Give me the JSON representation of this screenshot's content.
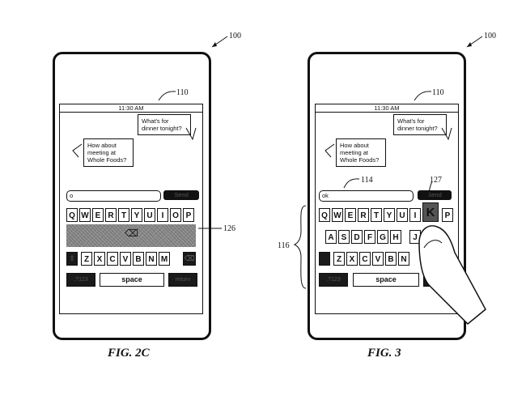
{
  "fig2c": {
    "ref_device": "100",
    "ref_screen": "110",
    "ref_band": "126",
    "status_time": "11:30 AM",
    "bubble_right": [
      "What's for",
      "dinner tonight?"
    ],
    "bubble_left": [
      "How about",
      "meeting at",
      "Whole Foods?"
    ],
    "input_value": "o",
    "send_label": "Send",
    "row1": [
      "Q",
      "W",
      "E",
      "R",
      "T",
      "Y",
      "U",
      "I",
      "O",
      "P"
    ],
    "row3": [
      "Z",
      "X",
      "C",
      "V",
      "B",
      "N",
      "M"
    ],
    "shift_label": "⇧",
    "backspace_label": "⌫",
    "mode_label": ".?123",
    "space_label": "space",
    "return_label": "return",
    "caption": "FIG. 2C"
  },
  "fig3": {
    "ref_device": "100",
    "ref_screen": "110",
    "ref_input": "114",
    "ref_key": "127",
    "ref_keyboard": "116",
    "status_time": "11:30 AM",
    "bubble_right": [
      "What's for",
      "dinner tonight?"
    ],
    "bubble_left": [
      "How about",
      "meeting at",
      "Whole Foods?"
    ],
    "input_value": "ok",
    "send_label": "Send",
    "row1": [
      "Q",
      "W",
      "E",
      "R",
      "T",
      "Y",
      "U",
      "I",
      "K",
      "P"
    ],
    "row2": [
      "A",
      "S",
      "D",
      "F",
      "G",
      "H",
      "J"
    ],
    "row3": [
      "Z",
      "X",
      "C",
      "V",
      "B",
      "N"
    ],
    "mode_label": ".?123",
    "space_label": "space",
    "caption": "FIG. 3"
  }
}
